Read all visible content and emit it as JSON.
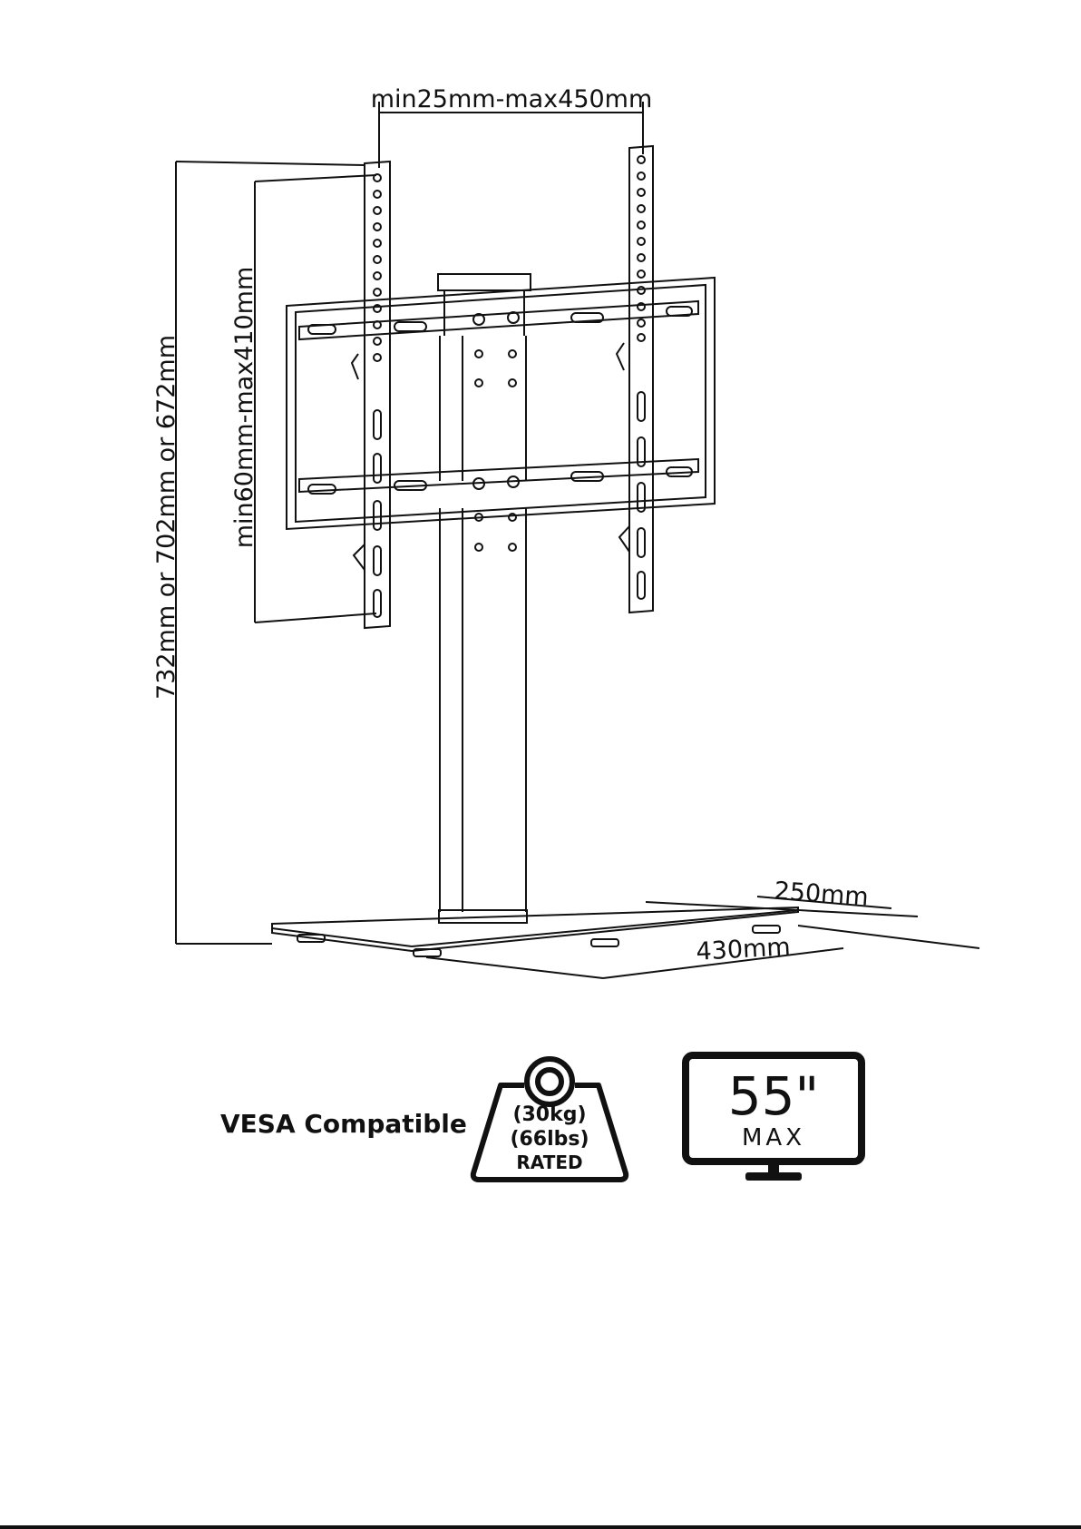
{
  "dimensions": {
    "top_width": "min25mm-max450mm",
    "vertical_spacing": "min60mm-max410mm",
    "total_height": "732mm or 702mm or 672mm",
    "base_depth": "250mm",
    "base_width": "430mm"
  },
  "labels": {
    "vesa": "VESA Compatible"
  },
  "weight_badge": {
    "kg": "(30kg)",
    "lbs": "(66lbs)",
    "rated": "RATED"
  },
  "screen_badge": {
    "size": "55\"",
    "max": "MAX"
  }
}
